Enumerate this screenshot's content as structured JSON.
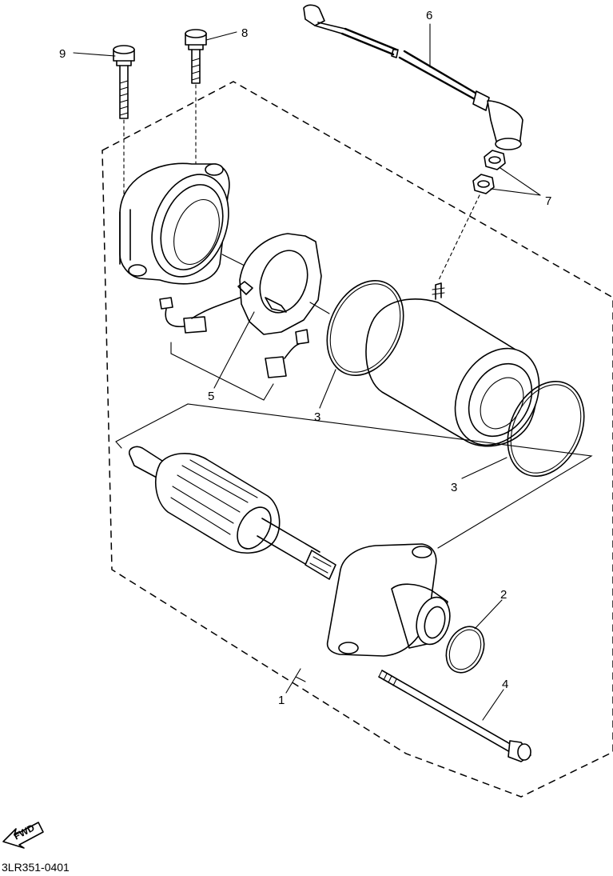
{
  "diagram_code": "3LR351-0401",
  "direction_label": "FWD",
  "callouts": {
    "c1": "1",
    "c2": "2",
    "c3a": "3",
    "c3b": "3",
    "c4": "4",
    "c5": "5",
    "c6": "6",
    "c7": "7",
    "c8": "8",
    "c9": "9"
  }
}
